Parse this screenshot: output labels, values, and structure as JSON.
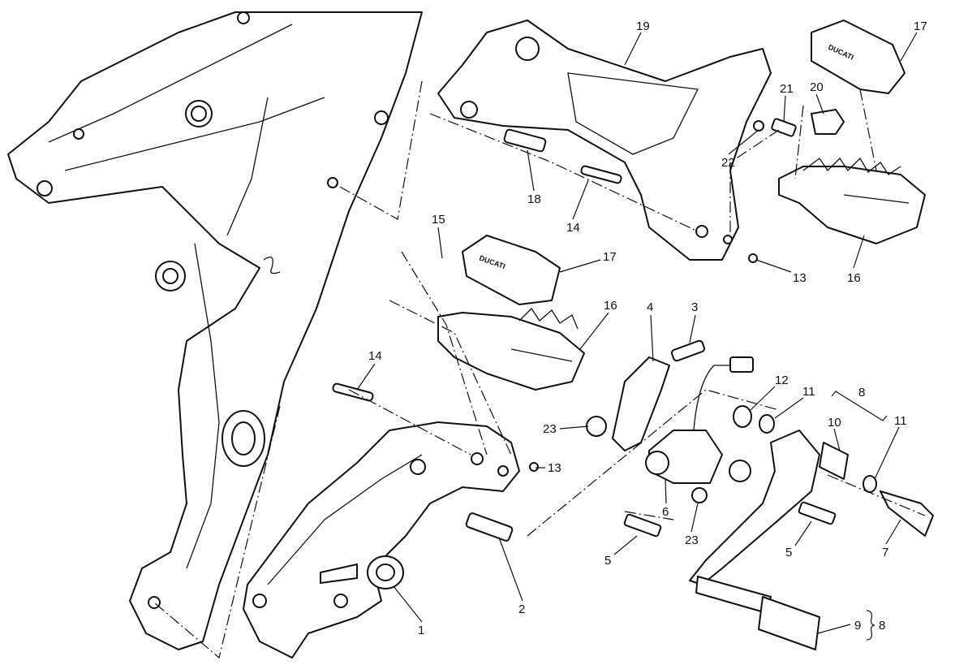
{
  "diagram": {
    "title": "Footrest, left - exploded parts view",
    "brand_marking": "DUCATI",
    "callouts": {
      "c1": "1",
      "c2": "2",
      "c3": "3",
      "c4": "4",
      "c5a": "5",
      "c5b": "5",
      "c6": "6",
      "c7": "7",
      "c8a": "8",
      "c8b": "8",
      "c9": "9",
      "c10": "10",
      "c11a": "11",
      "c11b": "11",
      "c12": "12",
      "c13a": "13",
      "c13b": "13",
      "c14a": "14",
      "c14b": "14",
      "c15": "15",
      "c16a": "16",
      "c16b": "16",
      "c17a": "17",
      "c17b": "17",
      "c18": "18",
      "c19": "19",
      "c20": "20",
      "c21": "21",
      "c22": "22",
      "c23a": "23",
      "c23b": "23"
    }
  }
}
